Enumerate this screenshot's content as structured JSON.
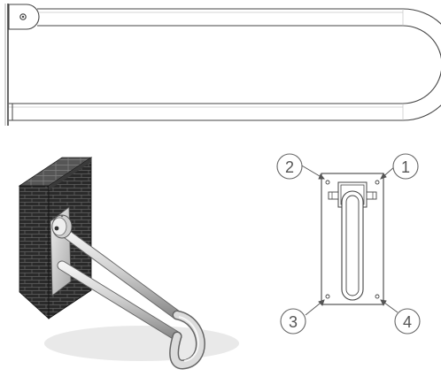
{
  "callouts": [
    {
      "id": "1",
      "label": "1"
    },
    {
      "id": "2",
      "label": "2"
    },
    {
      "id": "3",
      "label": "3"
    },
    {
      "id": "4",
      "label": "4"
    }
  ],
  "colors": {
    "line": "#444444",
    "light_line": "#888888",
    "brick": "#2a2a2a",
    "mortar": "#6a6a6a",
    "metal_light": "#e6e6e6",
    "metal_mid": "#b5b5b5",
    "metal_dark": "#7a7a7a"
  }
}
